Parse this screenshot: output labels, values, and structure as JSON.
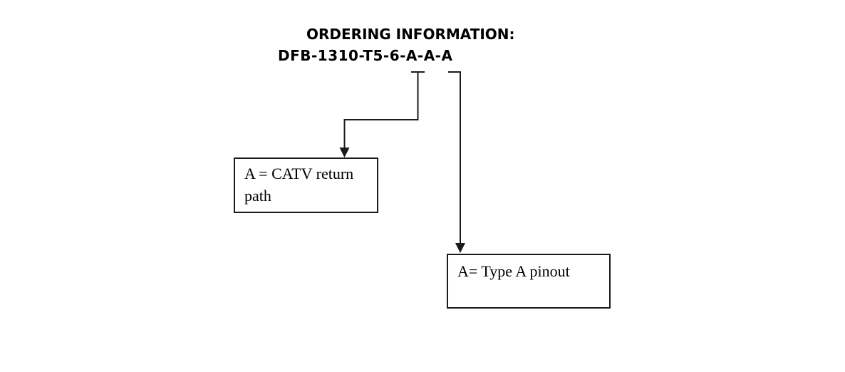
{
  "title": "ORDERING INFORMATION:",
  "part_number": "DFB-1310-T5-6-A-A-A",
  "callouts": [
    {
      "id": "catv-return-path",
      "text": "A = CATV return path"
    },
    {
      "id": "type-a-pinout",
      "text": "A= Type A pinout"
    }
  ],
  "colors": {
    "text": "#000000",
    "line": "#1a1a1a",
    "background": "#ffffff"
  }
}
